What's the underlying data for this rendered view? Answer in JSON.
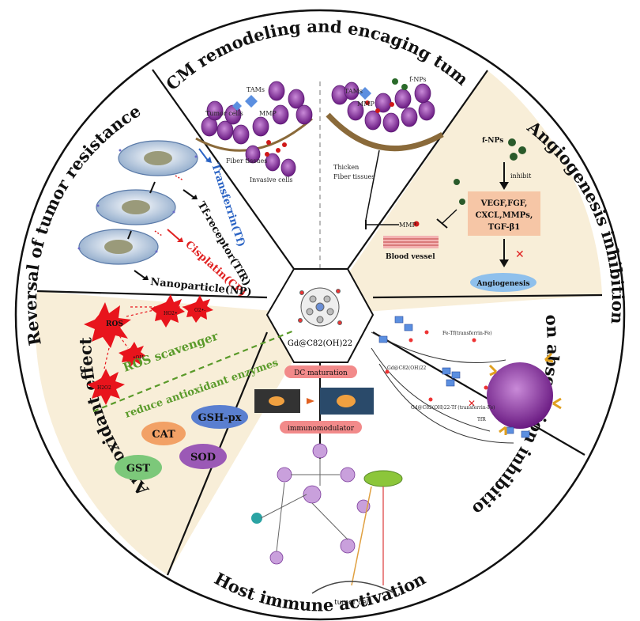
{
  "sections": {
    "ecm": {
      "title": "ECM remodeling and encaging tumor",
      "tumor_cells": "Tumor cells",
      "tams_left": "TAMs",
      "mmp_left": "MMP",
      "fiber_tissue": "Fiber tissues",
      "invasive_cells": "Invasive cells",
      "fnps": "f-NPs",
      "tams_right": "TAMs",
      "mmp_right": "MMP",
      "thicken_1": "Thicken",
      "thicken_2": "Fiber tissues"
    },
    "angio": {
      "title": "Angiogenesis inhibition",
      "fnps": "f-NPs",
      "inhibit": "inhibit",
      "mmp": "MMP",
      "blood_vessel": "Blood vessel",
      "factors": [
        "VEGF,FGF,",
        "CXCL,MMPs,",
        "TGF-β1"
      ],
      "angiogenesis": "Angiogenesis"
    },
    "iron": {
      "title": "Iron absorption inhibition",
      "label_1": "Fe-Tf(transferrin-Fe)",
      "label_2": "Gd@C82(OH)22",
      "label_3": "Gd@C82(OH)22-Tf (transferrin-Fe)",
      "tfr": "TfR"
    },
    "immune": {
      "title": "Host immune activation",
      "dc_maturation": "DC maturation",
      "immunomodulator": "immunomodulator",
      "tumor_cell": "tumor cell"
    },
    "antiox": {
      "title": "Antioxidant effect",
      "ros": "ROS",
      "oh": "•OH",
      "h2o2": "H2O2",
      "o2": "O2•-",
      "ho2": "HO2•",
      "scavenger": "ROS scavenger",
      "enzymes": "reduce antioxidant enzymes",
      "badges": [
        "CAT",
        "GSH-px",
        "GST",
        "SOD"
      ]
    },
    "resistance": {
      "title": "Reversal of tumor resistance",
      "legend": [
        "Transferrin(Tf)",
        "Tf-receptor(TfR)",
        "Cisplatin(CP)",
        "Nanoparticle(NP)"
      ]
    }
  },
  "center": {
    "formula": "Gd@C82(OH)22"
  },
  "colors": {
    "cream": "#f8eed8",
    "white": "#ffffff",
    "blue_text": "#2a63c4",
    "red_text": "#e02020",
    "green_text": "#5a9a2a",
    "ros_red": "#e8141c",
    "cat": "#f2a166",
    "gsh": "#5a7fd0",
    "gst": "#7cc87a",
    "sod": "#9b59b6",
    "angio_pill": "#8fc0ec",
    "factor_box": "#f6c6a6",
    "pink_pill": "#f28a8a"
  }
}
